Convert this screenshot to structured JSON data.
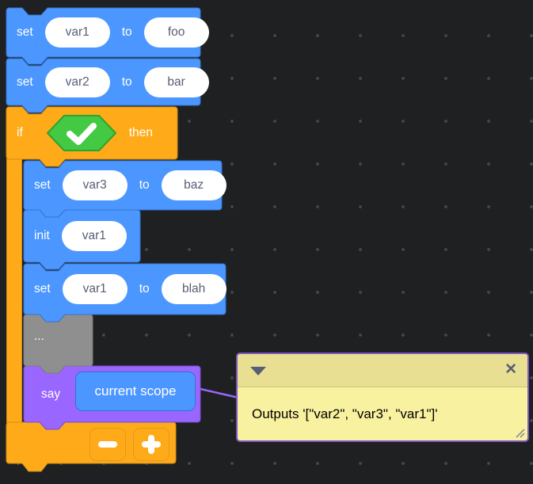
{
  "workspace": {
    "type": "block-programming-canvas",
    "grid": "dotted"
  },
  "colors": {
    "background": "#1f2022",
    "grid_dot": "#474747",
    "block_blue": "#4C97FF",
    "block_blue_border": "#3373CC",
    "block_orange": "#FFAB19",
    "block_orange_border": "#CF8B17",
    "block_purple": "#9966FF",
    "block_purple_border": "#774DCB",
    "block_gray": "#8F8F8F",
    "block_gray_border": "#7C7C7C",
    "hexagon_green": "#44C944",
    "hexagon_green_border": "#2FA32F",
    "comment_body": "#F8F1A0",
    "comment_header": "#E8DF93",
    "comment_border": "#7E57C2",
    "comment_icon": "#575E75",
    "field_text": "#575E75"
  },
  "stack": [
    {
      "label": "set",
      "var": "var1",
      "to": "to",
      "value": "foo"
    },
    {
      "label": "set",
      "var": "var2",
      "to": "to",
      "value": "bar"
    }
  ],
  "if_block": {
    "if_label": "if",
    "then_label": "then",
    "condition": "checkmark (true)"
  },
  "if_body": [
    {
      "label": "set",
      "var": "var3",
      "to": "to",
      "value": "baz"
    },
    {
      "label": "init",
      "var": "var1"
    },
    {
      "label": "set",
      "var": "var1",
      "to": "to",
      "value": "blah"
    },
    {
      "label": "..."
    },
    {
      "label": "say",
      "arg": "current scope"
    }
  ],
  "mutator": {
    "minus": "minus-icon",
    "plus": "plus-icon"
  },
  "comment": {
    "collapse": "triangle-down-icon",
    "close_glyph": "✕",
    "text": "Outputs '[\"var2\", \"var3\", \"var1\"]'",
    "resize": "resize-handle-icon"
  }
}
